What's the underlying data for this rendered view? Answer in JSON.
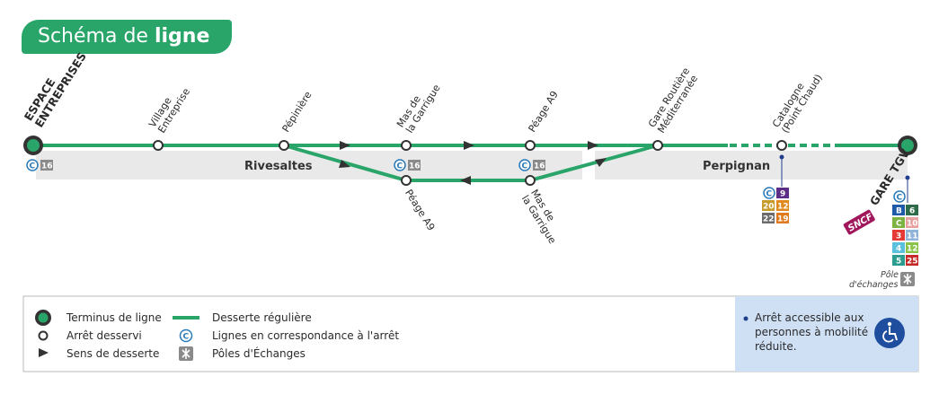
{
  "title": {
    "regular": "Schéma de",
    "bold": "ligne"
  },
  "terminus_start": {
    "line1": "ESPACE",
    "line2": "ENTREPRISES"
  },
  "terminus_end": {
    "line1": "GARE TGV"
  },
  "stops": {
    "village": {
      "line1": "Village",
      "line2": "Entreprise"
    },
    "pepiniere": {
      "line1": "Pépinière"
    },
    "mas_top": {
      "line1": "Mas de",
      "line2": "la Garrigue"
    },
    "peage_top": {
      "line1": "Péage A9"
    },
    "gare_routiere": {
      "line1": "Gare Routière",
      "line2": "Méditerranée"
    },
    "catalogne": {
      "line1": "Catalogne",
      "line2": "(Point Chaud)"
    },
    "peage_bottom": {
      "line1": "Péage A9"
    },
    "mas_bottom": {
      "line1": "Mas de",
      "line2": "la Garrigue"
    }
  },
  "cities": {
    "left": "Rivesaltes",
    "right": "Perpignan"
  },
  "connections": {
    "c_symbol": "C",
    "espace": "16",
    "mas": "16",
    "peage": "16",
    "catalogne": [
      {
        "label": "9",
        "color": "#5b2d86"
      },
      {
        "label": "20",
        "color": "#c79a2a"
      },
      {
        "label": "12",
        "color": "#e08a1e"
      },
      {
        "label": "22",
        "color": "#6b6b6b"
      },
      {
        "label": "19",
        "color": "#e07a1e"
      }
    ],
    "gare_tgv": [
      {
        "label": "B",
        "color": "#1e5aa8"
      },
      {
        "label": "6",
        "color": "#2e6b4a"
      },
      {
        "label": "C",
        "color": "#7cb342"
      },
      {
        "label": "10",
        "color": "#e8a0a0"
      },
      {
        "label": "3",
        "color": "#e53935"
      },
      {
        "label": "11",
        "color": "#8fb3d9"
      },
      {
        "label": "4",
        "color": "#5bc0de"
      },
      {
        "label": "12",
        "color": "#8bc34a"
      },
      {
        "label": "5",
        "color": "#2a9d8f"
      },
      {
        "label": "25",
        "color": "#c62828"
      }
    ]
  },
  "sncf_logo": "SNCF",
  "pole": {
    "line1": "Pôle",
    "line2": "d'échanges"
  },
  "legend": {
    "terminus": "Terminus de ligne",
    "arret": "Arrêt desservi",
    "sens": "Sens de desserte",
    "desserte": "Desserte régulière",
    "correspondance": "Lignes en correspondance à l'arrêt",
    "poles": "Pôles d'Échanges",
    "access_line1": "Arrêt accessible aux",
    "access_line2": "personnes à mobilité",
    "access_line3": "réduite."
  },
  "colors": {
    "green": "#2aa56a",
    "band": "#e9e9e9",
    "access_bg": "#cfe0f5",
    "access_icon": "#1f4e9e"
  }
}
